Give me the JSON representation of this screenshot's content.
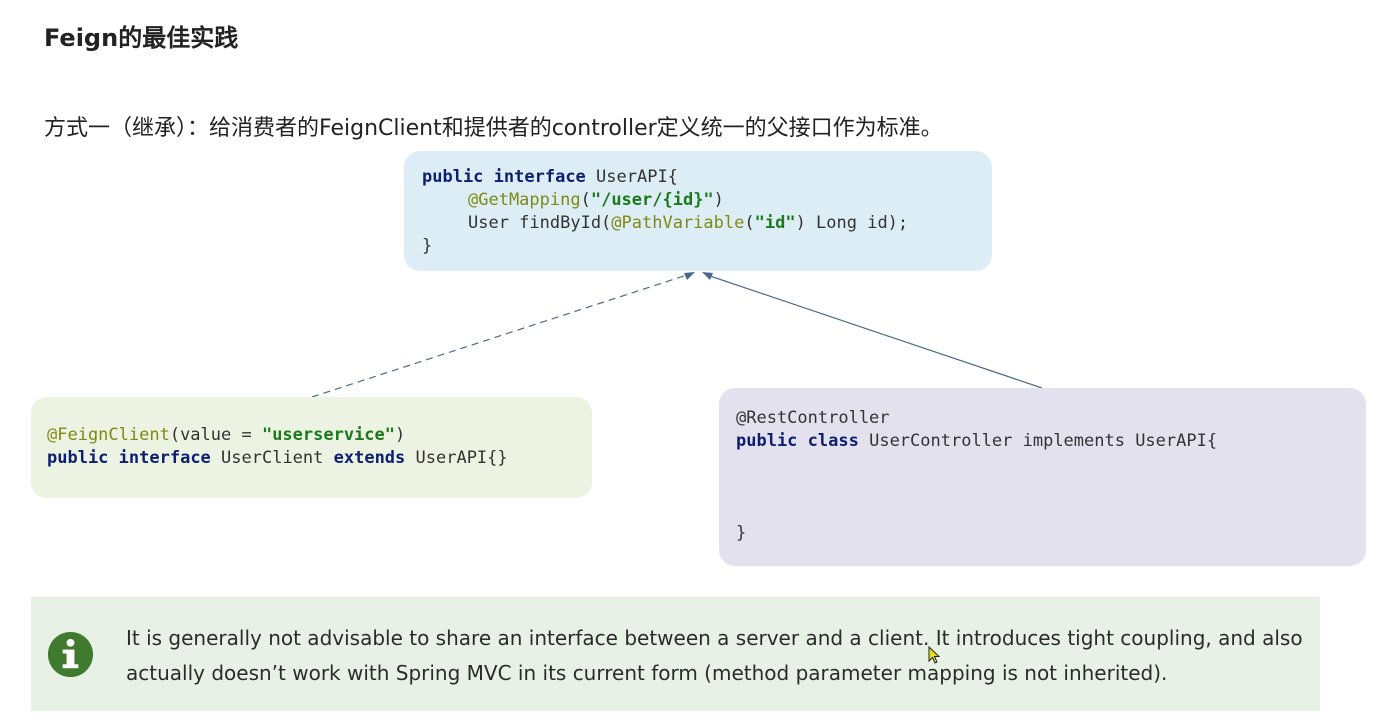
{
  "title": "Feign的最佳实践",
  "subtitle": "方式一（继承）：给消费者的FeignClient和提供者的controller定义统一的父接口作为标准。",
  "api_box": {
    "l1_kw1": "public",
    "l1_kw2": "interface",
    "l1_rest": " UserAPI{",
    "l2_ann": "@GetMapping",
    "l2_p1": "(",
    "l2_str": "\"/user/{id}\"",
    "l2_p2": ")",
    "l3_p1": "User findById(",
    "l3_ann": "@PathVariable",
    "l3_p2": "(",
    "l3_str": "\"id\"",
    "l3_p3": ") Long id);",
    "l4": "}"
  },
  "client_box": {
    "l1_ann": "@FeignClient",
    "l1_p1": "(value = ",
    "l1_str": "\"userservice\"",
    "l1_p2": ")",
    "l2_kw1": "public",
    "l2_kw2": "interface",
    "l2_p1": " UserClient ",
    "l2_kw3": "extends",
    "l2_p2": " UserAPI{}"
  },
  "controller_box": {
    "l1": "@RestController",
    "l2_kw1": "public",
    "l2_kw2": "class",
    "l2_p1": " UserController implements UserAPI{",
    "l3": "}"
  },
  "note": {
    "icon": "info-icon",
    "text": "It is generally not advisable to share an interface between a server and a client. It introduces tight coupling, and also actually doesn’t work with Spring MVC in its current form (method parameter mapping is not inherited)."
  },
  "colors": {
    "api_bg": "#dcedf5",
    "client_bg": "#ecf3e2",
    "controller_bg": "#e4e1ef",
    "note_bg": "#e8f1e6",
    "icon_green": "#3f7a2e",
    "arrow": "#4a6a90"
  }
}
